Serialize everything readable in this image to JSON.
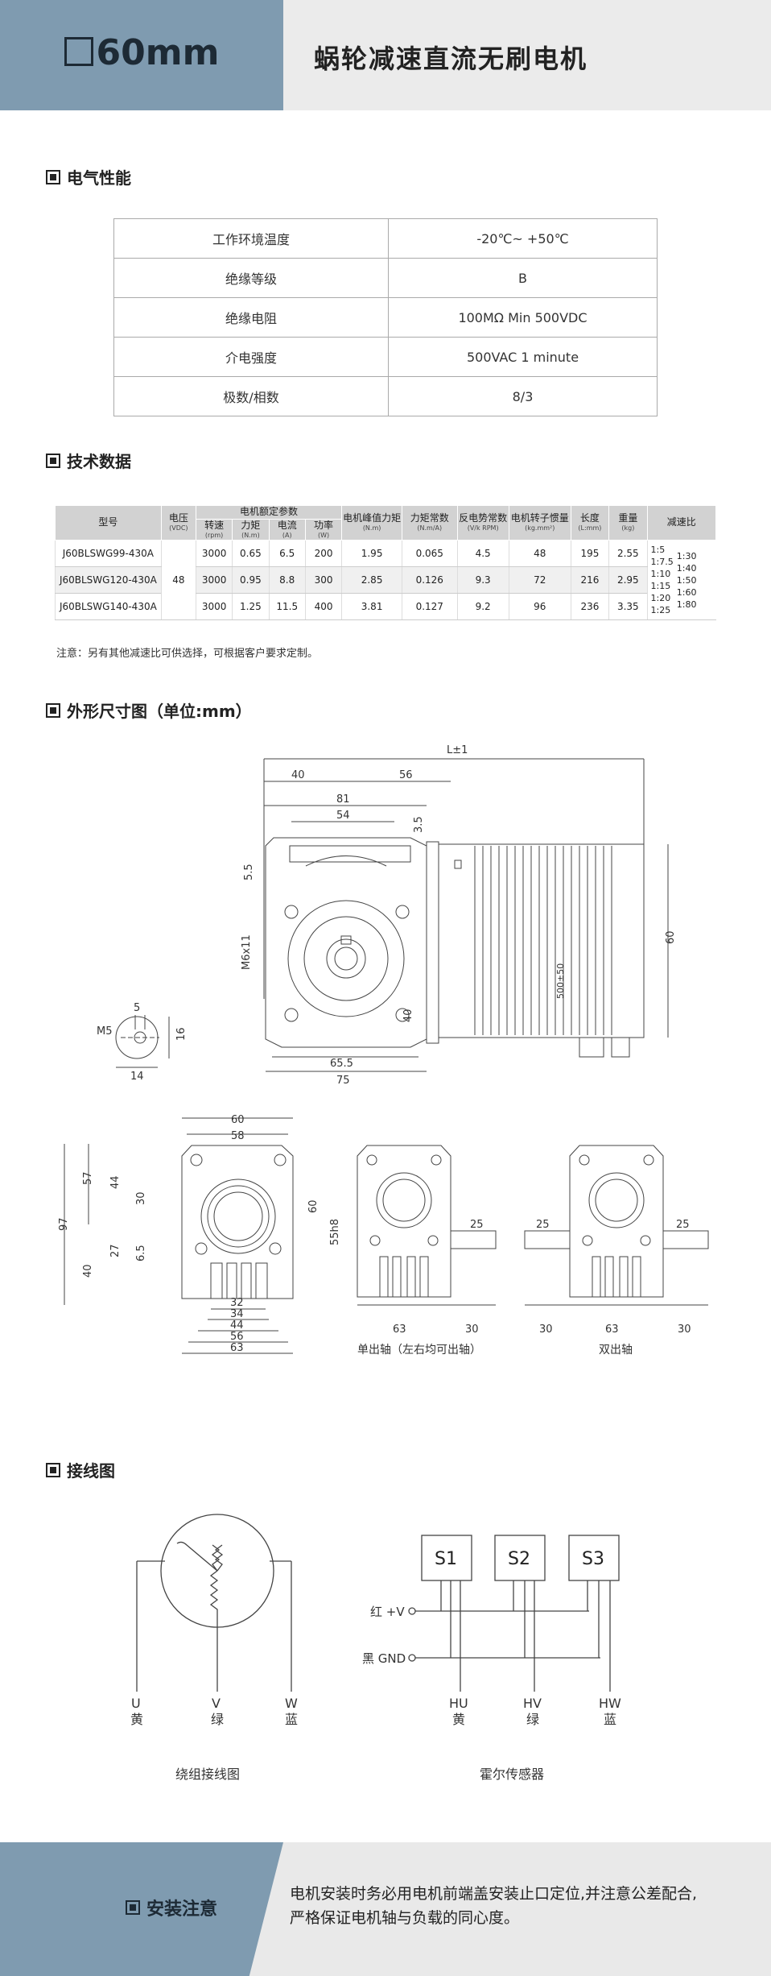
{
  "header": {
    "model": "60mm",
    "title": "蜗轮减速直流无刷电机"
  },
  "sections": {
    "electrical": "电气性能",
    "technical": "技术数据",
    "dimensions": "外形尺寸图（单位:mm）",
    "wiring": "接线图"
  },
  "electrical": [
    {
      "label": "工作环境温度",
      "value": "-20℃~ +50℃"
    },
    {
      "label": "绝缘等级",
      "value": "B"
    },
    {
      "label": "绝缘电阻",
      "value": "100MΩ Min 500VDC"
    },
    {
      "label": "介电强度",
      "value": "500VAC 1 minute"
    },
    {
      "label": "极数/相数",
      "value": "8/3"
    }
  ],
  "technical": {
    "headers": {
      "model": "型号",
      "voltage": "电压",
      "voltage_unit": "(VDC)",
      "rated_group": "电机额定参数",
      "speed": "转速",
      "speed_unit": "(rpm)",
      "torque": "力矩",
      "torque_unit": "(N.m)",
      "current": "电流",
      "current_unit": "(A)",
      "power": "功率",
      "power_unit": "(W)",
      "peak": "电机峰值力矩",
      "peak_unit": "(N.m)",
      "torque_const": "力矩常数",
      "torque_const_unit": "(N.m/A)",
      "back_emf": "反电势常数",
      "back_emf_unit": "(V/k RPM)",
      "inertia": "电机转子惯量",
      "inertia_unit": "(kg.mm²)",
      "length": "长度",
      "length_unit": "(L:mm)",
      "weight": "重量",
      "weight_unit": "(kg)",
      "ratio": "减速比"
    },
    "voltage": "48",
    "rows": [
      {
        "model": "J60BLSWG99-430A",
        "speed": "3000",
        "torque": "0.65",
        "current": "6.5",
        "power": "200",
        "peak": "1.95",
        "kt": "0.065",
        "ke": "4.5",
        "inertia": "48",
        "length": "195",
        "weight": "2.55"
      },
      {
        "model": "J60BLSWG120-430A",
        "speed": "3000",
        "torque": "0.95",
        "current": "8.8",
        "power": "300",
        "peak": "2.85",
        "kt": "0.126",
        "ke": "9.3",
        "inertia": "72",
        "length": "216",
        "weight": "2.95"
      },
      {
        "model": "J60BLSWG140-430A",
        "speed": "3000",
        "torque": "1.25",
        "current": "11.5",
        "power": "400",
        "peak": "3.81",
        "kt": "0.127",
        "ke": "9.2",
        "inertia": "96",
        "length": "236",
        "weight": "3.35"
      }
    ],
    "ratios_col1": [
      "1:5",
      "1:7.5",
      "1:10",
      "1:15",
      "1:20",
      "1:25"
    ],
    "ratios_col2": [
      "1:30",
      "1:40",
      "1:50",
      "1:60",
      "1:80"
    ],
    "note": "注意：另有其他减速比可供选择，可根据客户要求定制。"
  },
  "dimensions": {
    "L": "L±1",
    "d40": "40",
    "d81": "81",
    "d56": "56",
    "d54": "54",
    "d3_5": "3.5",
    "d5_5": "5.5",
    "d60": "60",
    "m6": "M6x11",
    "d40b": "40",
    "d500": "500±50",
    "d65_5": "65.5",
    "d75": "75",
    "shaft_d5": "5",
    "shaft_m5": "M5",
    "shaft_16": "16",
    "shaft_14": "14",
    "f60": "60",
    "f58": "58",
    "f57": "57",
    "f44": "44",
    "f30": "30",
    "f97": "97",
    "f27": "27",
    "f6_5": "6.5",
    "f40": "40",
    "f60r": "60",
    "f55h8": "55h8",
    "f32": "32",
    "f34": "34",
    "f44b": "44",
    "f56": "56",
    "f63": "63",
    "s25": "25",
    "s63": "63",
    "s30": "30",
    "single_label": "单出轴（左右均可出轴）",
    "d25a": "25",
    "d25b": "25",
    "d30a": "30",
    "d63": "63",
    "d30b": "30",
    "double_label": "双出轴"
  },
  "wiring": {
    "U": "U",
    "V": "V",
    "W": "W",
    "U_color": "黄",
    "V_color": "绿",
    "W_color": "蓝",
    "winding_label": "绕组接线图",
    "S1": "S1",
    "S2": "S2",
    "S3": "S3",
    "red": "红 +V",
    "black": "黑 GND",
    "HU": "HU",
    "HV": "HV",
    "HW": "HW",
    "HU_color": "黄",
    "HV_color": "绿",
    "HW_color": "蓝",
    "hall_label": "霍尔传感器"
  },
  "footer": {
    "label": "安装注意",
    "text": "电机安装时务必用电机前端盖安装止口定位,并注意公差配合,严格保证电机轴与负载的同心度。"
  },
  "colors": {
    "header_blue": "#7f9bb0",
    "header_gray": "#ebebeb",
    "line": "#444444"
  }
}
